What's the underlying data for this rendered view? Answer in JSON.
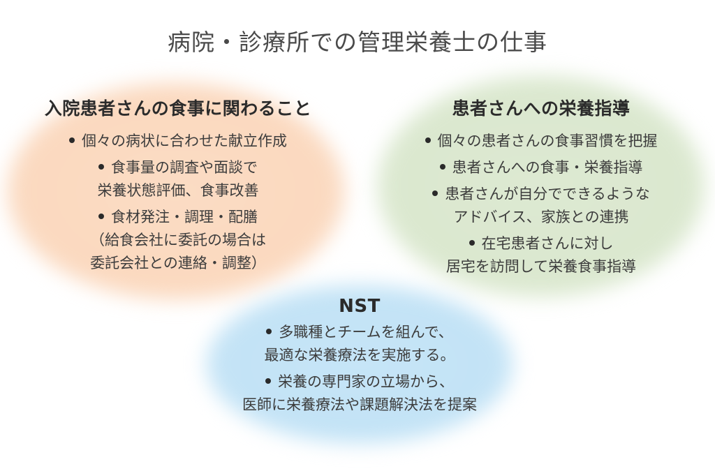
{
  "title": "病院・診療所での管理栄養士の仕事",
  "colors": {
    "peach": "#fbd9bf",
    "green": "#dbe8cf",
    "blue": "#c3e3f6",
    "text": "#3c3c3c",
    "heading": "#2b2b2b"
  },
  "panels": {
    "left": {
      "heading": "入院患者さんの食事に関わること",
      "items": [
        {
          "lines": [
            "個々の病状に合わせた献立作成"
          ]
        },
        {
          "lines": [
            "食事量の調査や面談で",
            "栄養状態評価、食事改善"
          ]
        },
        {
          "lines": [
            "食材発注・調理・配膳",
            "（給食会社に委託の場合は",
            "委託会社との連絡・調整）"
          ]
        }
      ]
    },
    "right": {
      "heading": "患者さんへの栄養指導",
      "items": [
        {
          "lines": [
            "個々の患者さんの食事習慣を把握"
          ]
        },
        {
          "lines": [
            "患者さんへの食事・栄養指導"
          ]
        },
        {
          "lines": [
            "患者さんが自分でできるような",
            "アドバイス、家族との連携"
          ]
        },
        {
          "lines": [
            "在宅患者さんに対し",
            "居宅を訪問して栄養食事指導"
          ]
        }
      ]
    },
    "bottom": {
      "heading": "NST",
      "items": [
        {
          "lines": [
            "多職種とチームを組んで、",
            "最適な栄養療法を実施する。"
          ]
        },
        {
          "lines": [
            "栄養の専門家の立場から、",
            "医師に栄養療法や課題解決法を提案"
          ]
        }
      ]
    }
  }
}
